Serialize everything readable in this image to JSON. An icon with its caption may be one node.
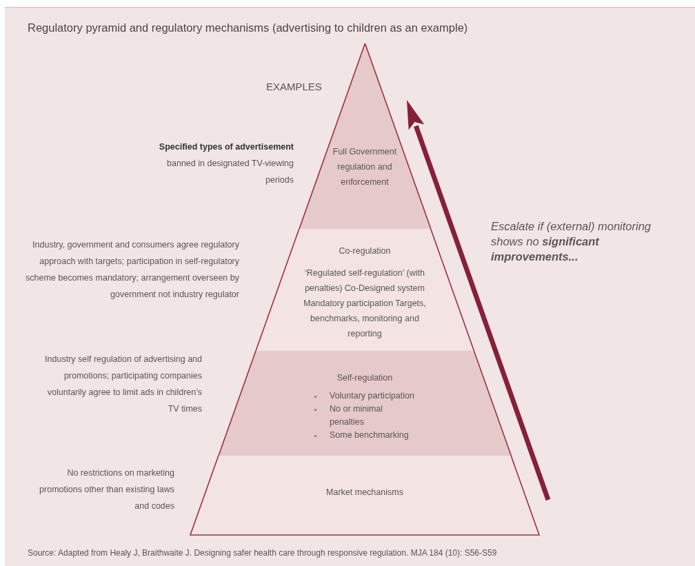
{
  "diagram": {
    "title": "Regulatory pyramid and regulatory mechanisms (advertising to children as an example)",
    "caption": "Source: Adapted from Healy J, Braithwaite J. Designing safer health care through responsive regulation. MJA 184 (10): S56-S59",
    "nodes": [
      {
        "text": [
          "Full Government regulation and enforcement"
        ],
        "beside": [
          "**Specified types of advertisement** banned in designated TV-viewing periods"
        ]
      },
      {
        "text": [
          "Co-regulation",
          "‘Regulated self-regulation’ (with penalties) Co-Designed system Mandatory participation Targets, benchmarks, monitoring and reporting"
        ],
        "beside": [
          "Industry, government and consumers agree regulatory approach with targets; participation in self-regulatory scheme becomes mandatory; arrangement overseen by government not industry regulator"
        ]
      },
      {
        "text": [
          "Self-regulation",
          "Voluntary participation",
          "No or minimal penalties",
          "Some benchmarking"
        ],
        "beside": [
          "Industry self regulation of advertising and promotions; participating companies voluntarily agree to limit ads in children’s TV times"
        ]
      },
      {
        "text": [
          "Market mechanisms"
        ],
        "beside": [
          "No restrictions on marketing promotions other than existing laws and codes"
        ]
      }
    ],
    "edges": [],
    "labels": [
      "EXAMPLES",
      "Escalate if (external) monitoring shows no **significant improvements...**"
    ]
  }
}
